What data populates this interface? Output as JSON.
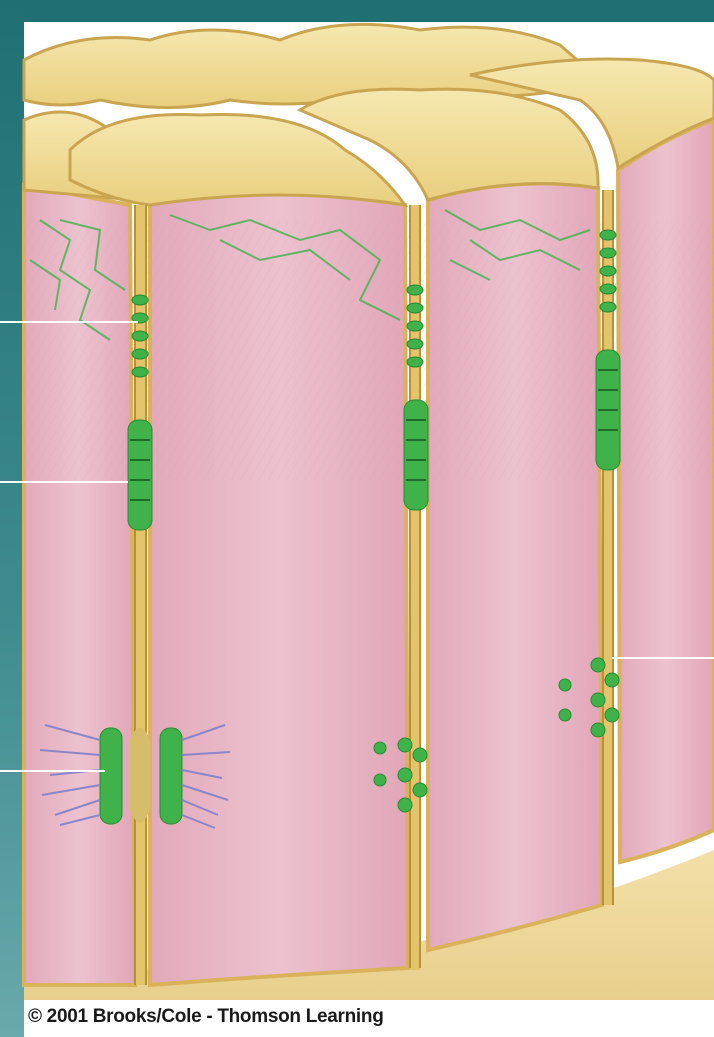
{
  "figure": {
    "subject": "epithelial cells with cell junctions",
    "colors": {
      "background_frame": "#1f6f73",
      "cell_cytoplasm": "#e9b8c6",
      "cell_membrane": "#e4c46a",
      "cell_top": "#f2df9c",
      "junction_protein": "#3fb34a",
      "filaments": "#8a86c8",
      "leader_line": "#ffffff"
    },
    "label_pointers": [
      {
        "id": "pointer-tight-junction",
        "label_text": ""
      },
      {
        "id": "pointer-adherens-junction",
        "label_text": ""
      },
      {
        "id": "pointer-desmosome",
        "label_text": ""
      },
      {
        "id": "pointer-gap-junction",
        "label_text": ""
      }
    ]
  },
  "footer": {
    "copyright": "© 2001 Brooks/Cole - Thomson Learning"
  }
}
